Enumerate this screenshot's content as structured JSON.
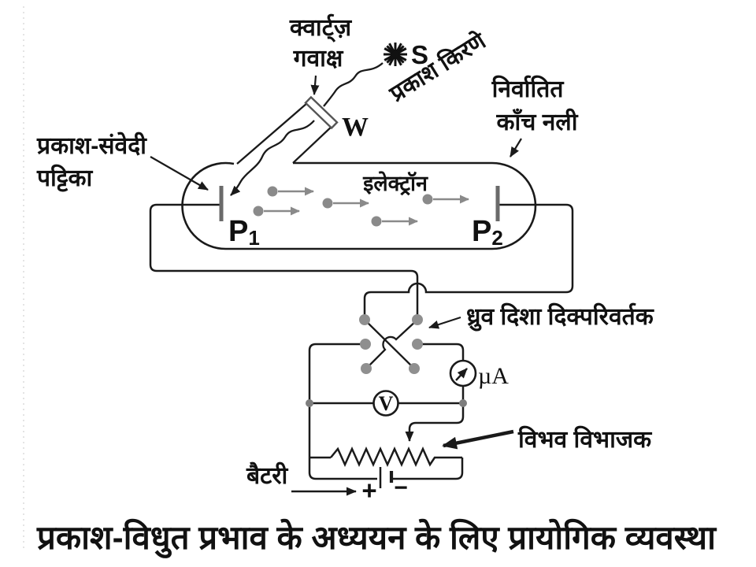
{
  "colors": {
    "ink": "#1a1a1a",
    "electron_gray": "#8a8a8a",
    "plate_gray": "#6a6a6a",
    "dot_gray": "#8f8f8f",
    "background": "#ffffff"
  },
  "source": {
    "label": "S",
    "rays_label": "प्रकाश किरणे"
  },
  "quartz_window": {
    "line1": "क्वार्ट्ज़",
    "line2": "गवाक्ष",
    "window_mark": "W"
  },
  "tube": {
    "label_line1": "निर्वातित",
    "label_line2": "काँच नली",
    "photo_plate_line1": "प्रकाश-संवेदी",
    "photo_plate_line2": "पट्टिका",
    "electron_label": "इलेक्ट्रॉन",
    "plate1_main": "P",
    "plate1_sub": "1",
    "plate2_main": "P",
    "plate2_sub": "2"
  },
  "circuit": {
    "commutator_label": "ध्रुव दिशा दिक्परिवर्तक",
    "microammeter": "µA",
    "voltmeter": "V",
    "potential_divider": "विभव विभाजक",
    "battery": "बैटरी",
    "plus": "+",
    "minus": "−"
  },
  "caption": "प्रकाश-विधुत प्रभाव के अध्ययन के लिए प्रायोगिक व्यवस्था"
}
